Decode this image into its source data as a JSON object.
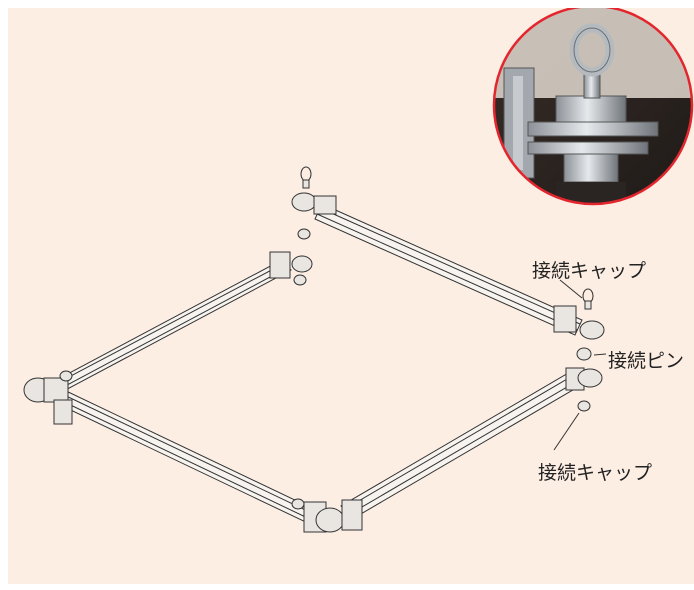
{
  "colors": {
    "background": "#fdeee4",
    "frame_stroke": "#333333",
    "frame_fill": "#f7f4f0",
    "inset_ring": "#e3262e",
    "metal_light": "#d9dde2",
    "metal_dark": "#5a5f66"
  },
  "labels": {
    "cap_top": "接続キャップ",
    "pin": "接続ピン",
    "cap_bottom": "接続キャップ"
  },
  "icons": {
    "inset_photo": "eye-bolt-connection-closeup",
    "frame": "square-truss-frame"
  }
}
